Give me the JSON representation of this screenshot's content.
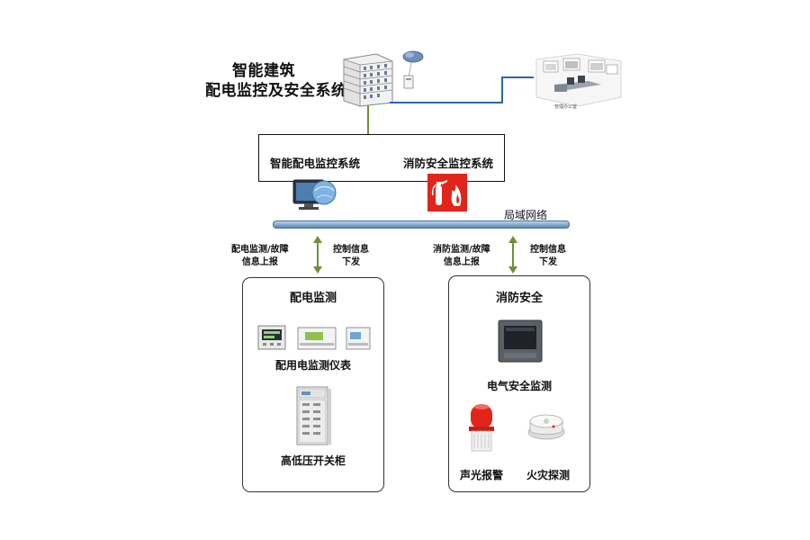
{
  "title": {
    "line1": "智能建筑",
    "line2": "配电监控及安全系统"
  },
  "remote_room_label": "管理办公室",
  "systems": {
    "power_monitoring": "智能配电监控系统",
    "fire_monitoring": "消防安全监控系统"
  },
  "network": {
    "lan_label": "局域网络"
  },
  "left_links": {
    "upload": "配电监测/故障\n信息上报",
    "download": "控制信息\n下发"
  },
  "right_links": {
    "upload": "消防监测/故障\n信息上报",
    "download": "控制信息\n下发"
  },
  "left_section": {
    "title": "配电监测",
    "meter_label": "配用电监测仪表",
    "cabinet_label": "高低压开关柜"
  },
  "right_section": {
    "title": "消防安全",
    "electrical_label": "电气安全监测",
    "alarm_label": "声光报警",
    "detector_label": "火灾探测"
  },
  "colors": {
    "vertical_link": "#6f8f3a",
    "remote_link": "#2e63b8",
    "fire_red": "#e1251b",
    "lan_blue": "#7ea4cc"
  },
  "icons": [
    "building-icon",
    "cloud-router-icon",
    "monitor-icon",
    "fire-extinguisher-icon",
    "power-meter-icon",
    "switchgear-cabinet-icon",
    "electrical-monitor-icon",
    "alarm-light-icon",
    "smoke-detector-icon",
    "arrow-up-down-icon"
  ]
}
